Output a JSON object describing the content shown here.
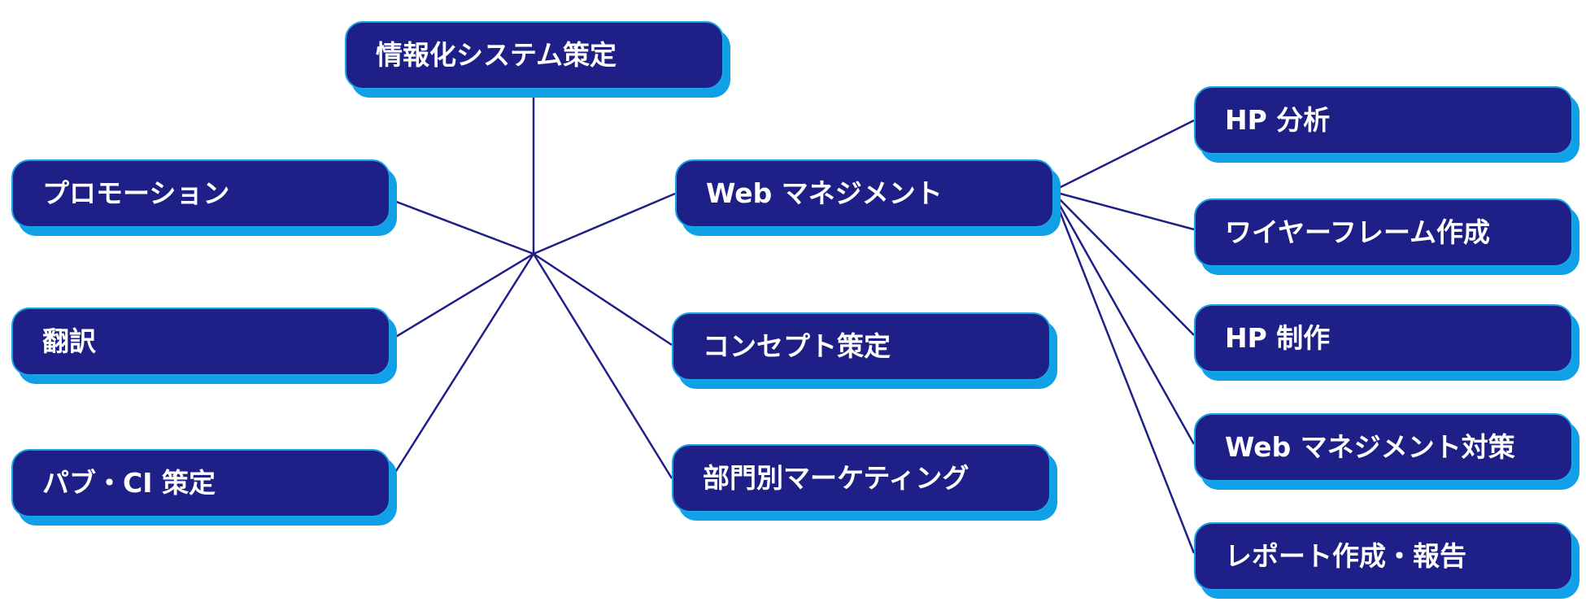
{
  "colors": {
    "node_fill": "#1e2088",
    "node_shadow": "#0fa0e8",
    "line": "#1e2088",
    "text": "#ffffff"
  },
  "nodes": {
    "info_system": "情報化システム策定",
    "promotion": "プロモーション",
    "translation": "翻訳",
    "pub_ci": "パブ・CI 策定",
    "web_management": "Web マネジメント",
    "concept": "コンセプト策定",
    "marketing": "部門別マーケティング",
    "hp_analysis": "HP 分析",
    "wireframe": "ワイヤーフレーム作成",
    "hp_production": "HP 制作",
    "web_measures": "Web マネジメント対策",
    "report": "レポート作成・報告"
  },
  "connections": [
    [
      "hub",
      "info_system"
    ],
    [
      "hub",
      "promotion"
    ],
    [
      "hub",
      "translation"
    ],
    [
      "hub",
      "pub_ci"
    ],
    [
      "hub",
      "web_management"
    ],
    [
      "hub",
      "concept"
    ],
    [
      "hub",
      "marketing"
    ],
    [
      "web_management",
      "hp_analysis"
    ],
    [
      "web_management",
      "wireframe"
    ],
    [
      "web_management",
      "hp_production"
    ],
    [
      "web_management",
      "web_measures"
    ],
    [
      "web_management",
      "report"
    ]
  ]
}
